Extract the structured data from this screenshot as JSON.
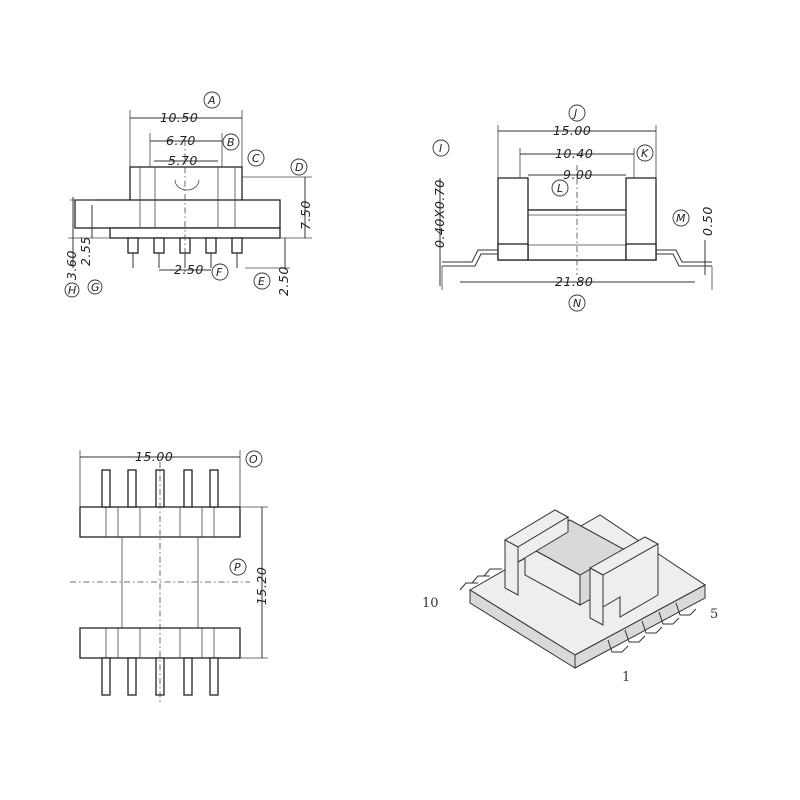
{
  "front_view": {
    "dims": {
      "a": "10.50",
      "b": "6.70",
      "c": "5.70",
      "d": "7.50",
      "e": "2.50",
      "f": "2.50",
      "g": "2.55",
      "h": "3.60"
    },
    "tags": {
      "a": "A",
      "b": "B",
      "c": "C",
      "d": "D",
      "e": "E",
      "f": "F",
      "g": "G",
      "h": "H"
    }
  },
  "side_view": {
    "dims": {
      "j": "15.00",
      "k": "10.40",
      "l": "9.00",
      "i": "0.40X0.70",
      "m": "0.50",
      "n": "21.80"
    },
    "tags": {
      "i": "I",
      "j": "J",
      "k": "K",
      "l": "L",
      "m": "M",
      "n": "N"
    }
  },
  "bottom_view": {
    "dims": {
      "o": "15.00",
      "p": "15.20"
    },
    "tags": {
      "o": "O",
      "p": "P"
    }
  },
  "iso_view": {
    "pin_labels": {
      "ten": "10",
      "five": "5",
      "one": "1"
    }
  }
}
